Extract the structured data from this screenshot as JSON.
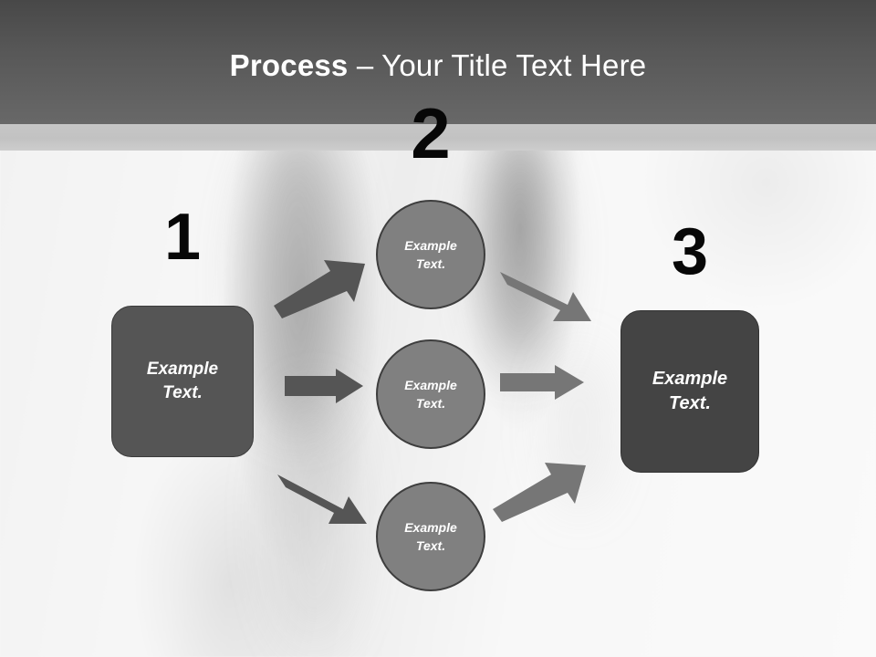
{
  "slide": {
    "title_strong": "Process",
    "title_rest": " – Your Title Text Here",
    "colors": {
      "header_top": "#484848",
      "header_bottom": "#686868",
      "header_strip": "#c4c4c4",
      "background": "#f6f6f6",
      "box_start_fill": "#555555",
      "box_end_fill": "#444444",
      "circle_fill": "#808080",
      "circle_border": "#3e3e3e",
      "arrow_left_fill": "#555555",
      "arrow_right_fill": "#767676",
      "numeral_color": "#070707",
      "node_text_color": "#ffffff"
    }
  },
  "steps": [
    {
      "number": "1",
      "label_line1": "Example",
      "label_line2": "Text."
    },
    {
      "number": "2",
      "label_line1": "Example",
      "label_line2": "Text."
    },
    {
      "number": "3",
      "label_line1": "Example",
      "label_line2": "Text."
    }
  ],
  "nodes": {
    "start": {
      "line1": "Example",
      "line2": "Text."
    },
    "branches": [
      {
        "line1": "Example",
        "line2": "Text."
      },
      {
        "line1": "Example",
        "line2": "Text."
      },
      {
        "line1": "Example",
        "line2": "Text."
      }
    ],
    "end": {
      "line1": "Example",
      "line2": "Text."
    }
  },
  "arrows": [
    {
      "id": "start-to-top",
      "direction": "up-right",
      "color": "#555555"
    },
    {
      "id": "start-to-middle",
      "direction": "right",
      "color": "#555555"
    },
    {
      "id": "start-to-bottom",
      "direction": "down-right",
      "color": "#555555"
    },
    {
      "id": "top-to-end",
      "direction": "down-right",
      "color": "#767676"
    },
    {
      "id": "middle-to-end",
      "direction": "right",
      "color": "#767676"
    },
    {
      "id": "bottom-to-end",
      "direction": "up-right",
      "color": "#767676"
    }
  ]
}
